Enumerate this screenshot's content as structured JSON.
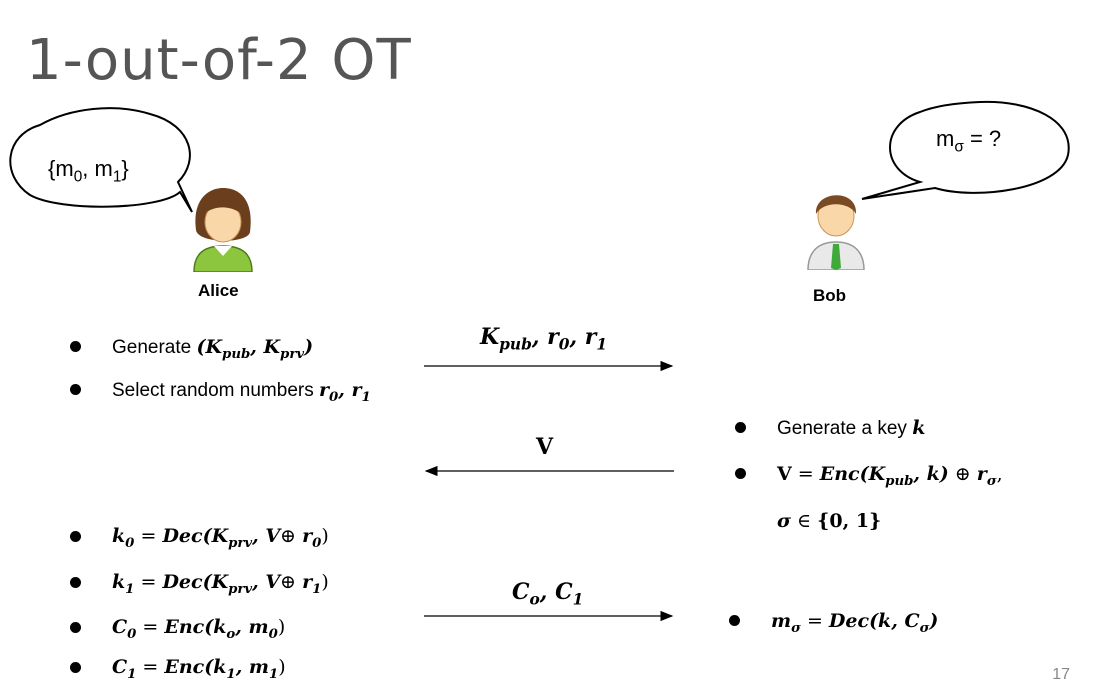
{
  "slide": {
    "title": "1-out-of-2 OT",
    "page_number": "17"
  },
  "alice": {
    "name": "Alice",
    "bubble": {
      "text": "{m",
      "sub0": "0",
      "mid": ", m",
      "sub1": "1",
      "end": "}"
    },
    "steps": [
      {
        "text": "Generate ",
        "math": "(K",
        "s1": "pub",
        "m2": ", K",
        "s2": "prv",
        "m3": ")"
      },
      {
        "text": "Select random numbers ",
        "math": "r",
        "s1": "0",
        "m2": ", r",
        "s2": "1"
      }
    ],
    "final_steps": [
      {
        "a": "k",
        "sa": "0",
        "b": " = ",
        "c": "Dec",
        "d": "(K",
        "sd": "prv",
        "e": ", V",
        "f": "⊕ ",
        "g": "r",
        "sg": "0",
        "h": ")"
      },
      {
        "a": "k",
        "sa": "1",
        "b": " = ",
        "c": "Dec",
        "d": "(K",
        "sd": "prv",
        "e": ", V",
        "f": "⊕ ",
        "g": "r",
        "sg": "1",
        "h": ")"
      },
      {
        "a": "C",
        "sa": "0",
        "b": " = ",
        "c": "Enc",
        "d": "(k",
        "sd": "o",
        "e": ", m",
        "se": "0",
        "h": ")"
      },
      {
        "a": "C",
        "sa": "1",
        "b": " = ",
        "c": "Enc",
        "d": "(k",
        "sd": "1",
        "e": ", m",
        "se": "1",
        "h": ")"
      }
    ]
  },
  "bob": {
    "name": "Bob",
    "bubble": {
      "text": "m",
      "sub": "σ",
      "end": " = ?"
    },
    "steps_plain": {
      "text": "Generate a key ",
      "math": "k"
    },
    "step_v": {
      "a": "V",
      "b": " = ",
      "c": "Enc",
      "d": "(K",
      "sd": "pub",
      "e": ", k)",
      "f": " ⊕ ",
      "g": "r",
      "sg": "σ",
      "h": ","
    },
    "step_sigma": {
      "a": "σ",
      "b": " ∈ ",
      "c": "{0, 1}"
    },
    "final": {
      "a": "m",
      "sa": "σ",
      "b": "  = ",
      "c": "Dec",
      "d": "(k, C",
      "sd": "σ",
      "h": ")"
    }
  },
  "messages": [
    {
      "direction": "right",
      "label": "K",
      "s1": "pub",
      "m2": ", r",
      "s2": "0",
      "m3": ", r",
      "s3": "1"
    },
    {
      "direction": "left",
      "label": "V"
    },
    {
      "direction": "right",
      "label": "C",
      "s1": "o",
      "m2": ", C",
      "s2": "1"
    }
  ],
  "colors": {
    "title": "#555555",
    "alice_shirt": "#8cc63f",
    "bob_tie": "#3faa3a"
  }
}
